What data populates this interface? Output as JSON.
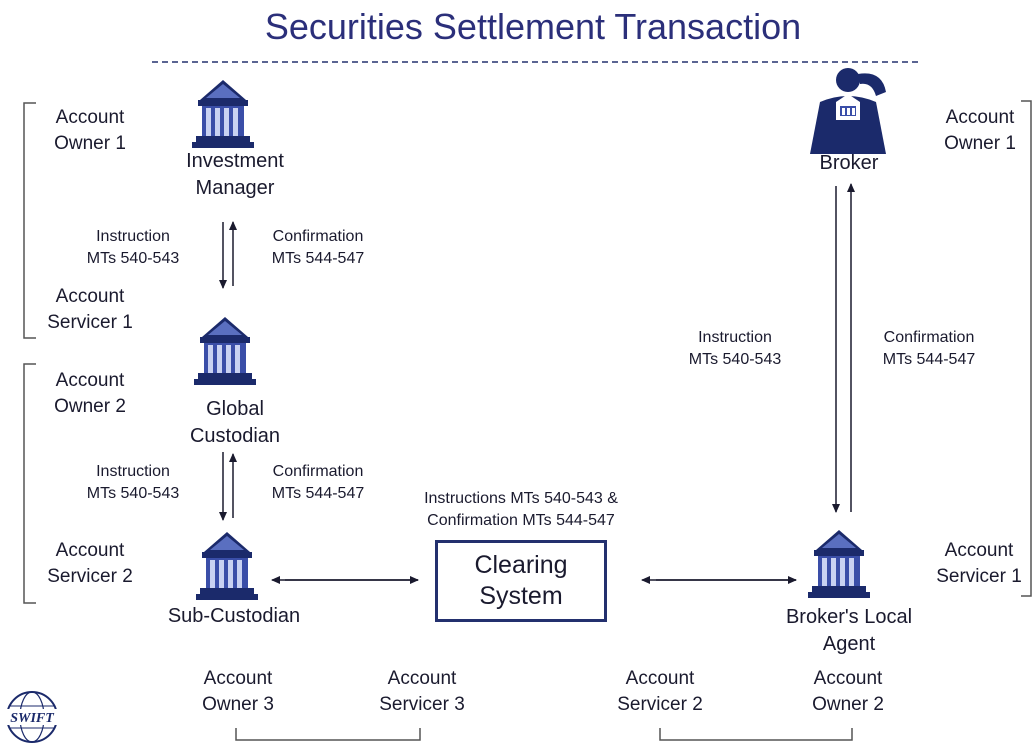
{
  "title": "Securities Settlement Transaction",
  "left_top": {
    "owner_label": "Account\nOwner 1",
    "servicer_label": "Account\nServicer 1"
  },
  "left_bottom": {
    "owner_label": "Account\nOwner 2",
    "servicer_label": "Account\nServicer 2"
  },
  "right_top": {
    "owner_label": "Account\nOwner 1",
    "servicer_label": "Account\nServicer 1"
  },
  "nodes": {
    "investment_manager": "Investment\nManager",
    "global_custodian": "Global\nCustodian",
    "sub_custodian": "Sub-Custodian",
    "broker": "Broker",
    "brokers_local_agent": "Broker's Local\nAgent",
    "clearing_system": "Clearing\nSystem"
  },
  "messages": {
    "im_instruction": "Instruction\nMTs 540-543",
    "im_confirmation": "Confirmation\nMTs 544-547",
    "gc_instruction": "Instruction\nMTs 540-543",
    "gc_confirmation": "Confirmation\nMTs 544-547",
    "broker_instruction": "Instruction\nMTs 540-543",
    "broker_confirmation": "Confirmation\nMTs 544-547",
    "clearing_note": "Instructions MTs 540-543 &\nConfirmation MTs 544-547"
  },
  "bottom": {
    "owner3": "Account\nOwner 3",
    "servicer3": "Account\nServicer 3",
    "servicer2": "Account\nServicer 2",
    "owner2": "Account\nOwner 2"
  },
  "logo_text": "SWIFT",
  "colors": {
    "title": "#2b2f7a",
    "bank_dark": "#1b2a6b",
    "bank_light": "#5a6fc0",
    "line": "#23306e"
  }
}
